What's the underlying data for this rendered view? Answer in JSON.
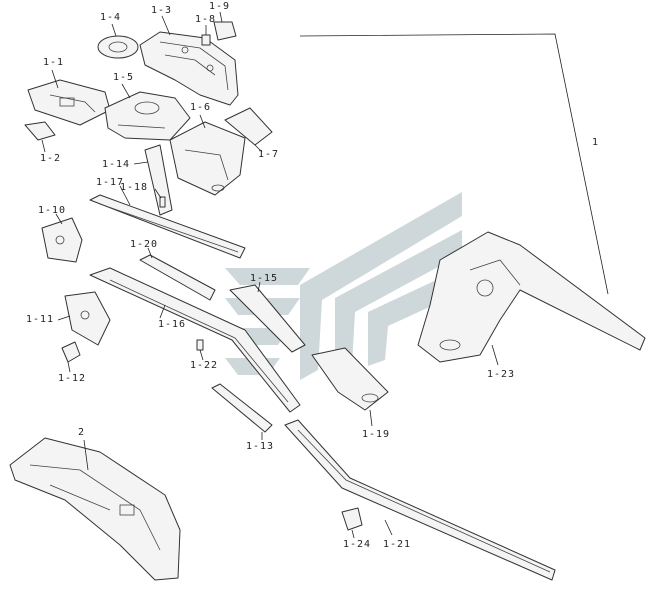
{
  "labels": {
    "l1_4": "1-4",
    "l1_3": "1-3",
    "l1_8": "1-8",
    "l1_9": "1-9",
    "l1_1": "1-1",
    "l1_5": "1-5",
    "l1_2": "1-2",
    "l1_6": "1-6",
    "l1_7": "1-7",
    "l1_14": "1-14",
    "l1_17": "1-17",
    "l1_18": "1-18",
    "l1_10": "1-10",
    "l1_20": "1-20",
    "l1_15": "1-15",
    "l1_11": "1-11",
    "l1_16": "1-16",
    "l1_12": "1-12",
    "l1_22": "1-22",
    "l1_13": "1-13",
    "l1_19": "1-19",
    "l1_23": "1-23",
    "l1_21": "1-21",
    "l1_24": "1-24",
    "l1": "1",
    "l2": "2"
  },
  "colors": {
    "line": "#333333",
    "watermark": "#c9d3d6",
    "background": "#ffffff"
  }
}
